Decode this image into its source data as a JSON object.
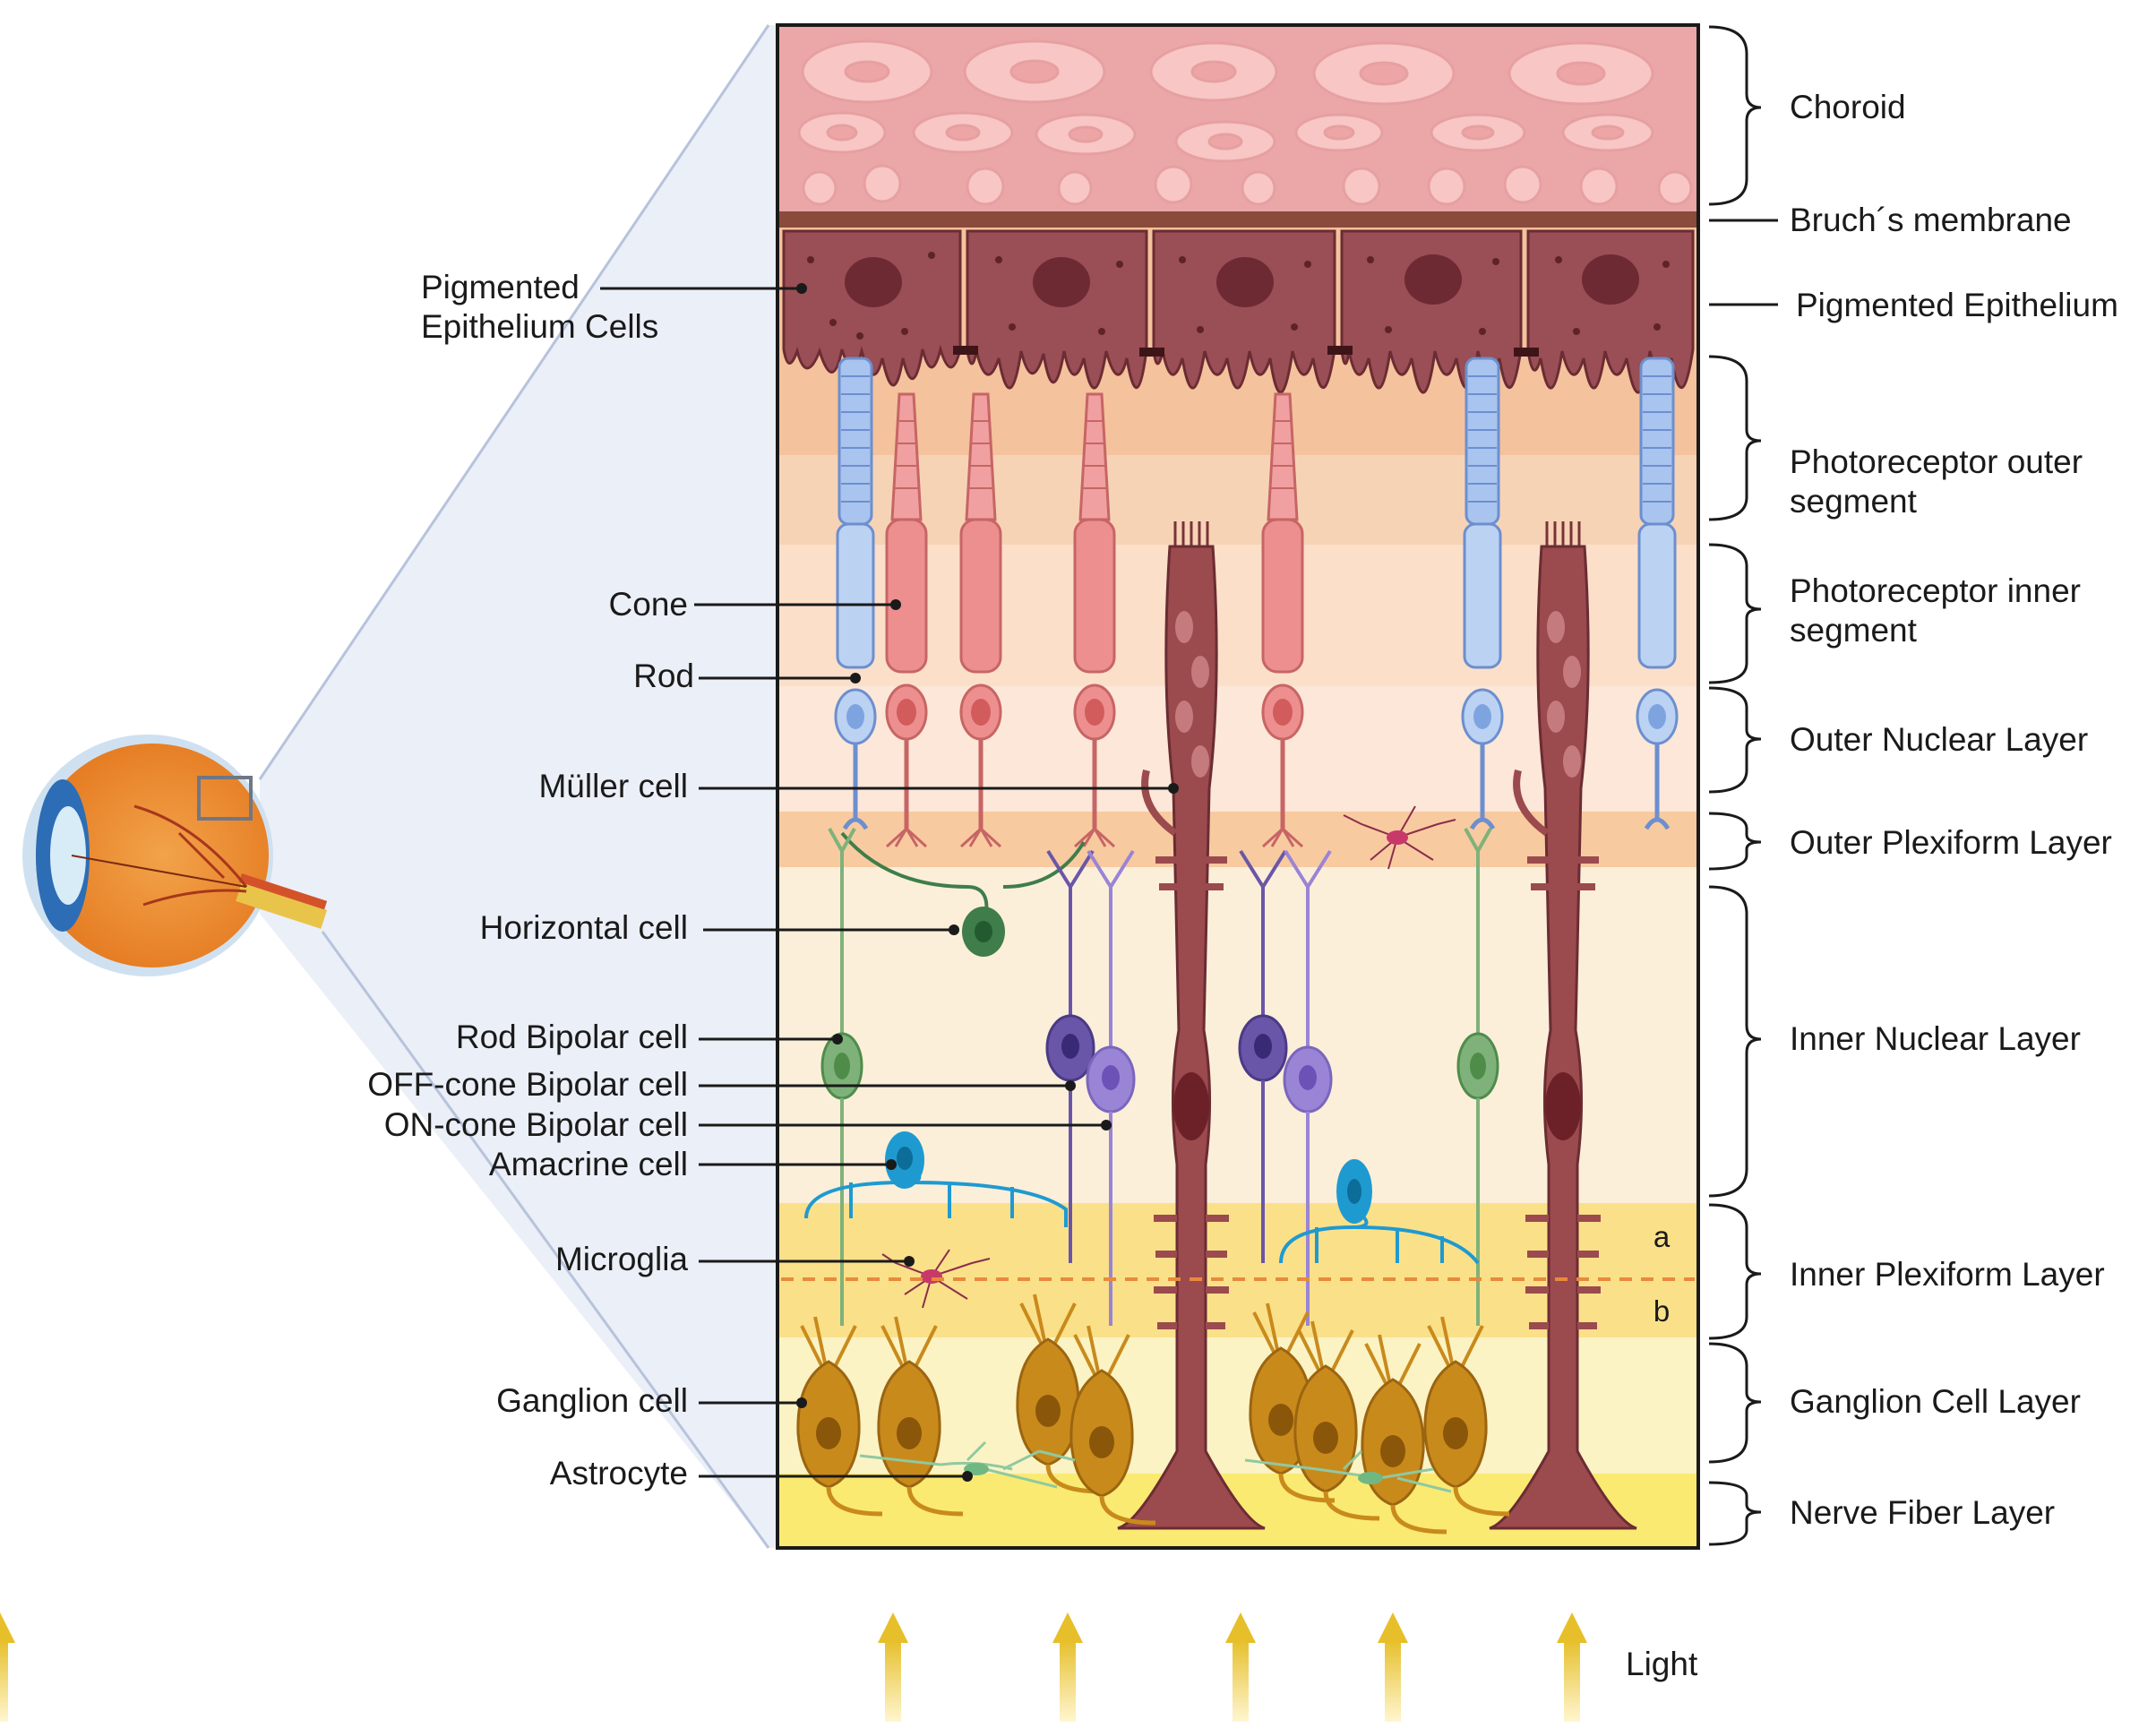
{
  "left_labels": {
    "pigmented_epithelium_cells_line1": "Pigmented",
    "pigmented_epithelium_cells_line2": "Epithelium Cells",
    "cone": "Cone",
    "rod": "Rod",
    "muller_cell": "Müller cell",
    "horizontal_cell": "Horizontal cell",
    "rod_bipolar_cell": "Rod Bipolar cell",
    "off_cone_bipolar_cell": "OFF-cone Bipolar cell",
    "on_cone_bipolar_cell": "ON-cone Bipolar cell",
    "amacrine_cell": "Amacrine cell",
    "microglia": "Microglia",
    "ganglion_cell": "Ganglion cell",
    "astrocyte": "Astrocyte"
  },
  "right_labels": {
    "choroid": "Choroid",
    "bruchs_membrane": "Bruch´s membrane",
    "pigmented_epithelium": "Pigmented Epithelium",
    "photoreceptor_outer_line1": "Photoreceptor outer",
    "photoreceptor_outer_line2": "segment",
    "photoreceptor_inner_line1": "Photoreceptor inner",
    "photoreceptor_inner_line2": "segment",
    "outer_nuclear_layer": "Outer Nuclear Layer",
    "outer_plexiform_layer": "Outer Plexiform Layer",
    "inner_nuclear_layer": "Inner Nuclear Layer",
    "inner_plexiform_layer": "Inner Plexiform Layer",
    "ganglion_cell_layer": "Ganglion Cell Layer",
    "nerve_fiber_layer": "Nerve Fiber Layer"
  },
  "sublayers": {
    "a": "a",
    "b": "b"
  },
  "light_label": "Light",
  "colors": {
    "choroid": "#e8a9ab",
    "bruchs": "#8b4a3a",
    "epithelium": "#9c4f55",
    "cone": "#e98a8a",
    "rod": "#a9c4ee",
    "muller": "#9b4a4e",
    "horizontal": "#3f7d4a",
    "rod_bipolar": "#7fb27a",
    "off_bipolar": "#6a56a8",
    "on_bipolar": "#9a84d6",
    "amacrine": "#1f9ad0",
    "ganglion": "#c98a1c",
    "astrocyte": "#8fc9a0",
    "light_arrow": "#e6bf2a"
  }
}
